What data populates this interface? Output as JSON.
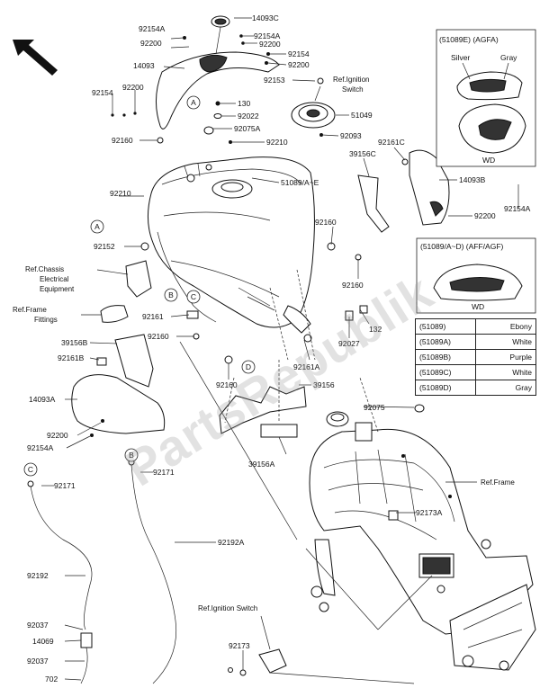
{
  "callouts": [
    {
      "id": "c1",
      "text": "92154A"
    },
    {
      "id": "c2",
      "text": "92200"
    },
    {
      "id": "c3",
      "text": "14093C"
    },
    {
      "id": "c4",
      "text": "92154A"
    },
    {
      "id": "c5",
      "text": "92200"
    },
    {
      "id": "c6",
      "text": "92154"
    },
    {
      "id": "c7",
      "text": "92200"
    },
    {
      "id": "c8",
      "text": "14093"
    },
    {
      "id": "c9",
      "text": "92153"
    },
    {
      "id": "c10",
      "text": "92154"
    },
    {
      "id": "c11",
      "text": "92200"
    },
    {
      "id": "c12",
      "text": "130"
    },
    {
      "id": "c13",
      "text": "92022"
    },
    {
      "id": "c14",
      "text": "51049"
    },
    {
      "id": "c15",
      "text": "92160"
    },
    {
      "id": "c16",
      "text": "92075A"
    },
    {
      "id": "c17",
      "text": "92210"
    },
    {
      "id": "c18",
      "text": "92093"
    },
    {
      "id": "c19",
      "text": "92161C"
    },
    {
      "id": "c20",
      "text": "39156C"
    },
    {
      "id": "c21",
      "text": "51089/A~E"
    },
    {
      "id": "c22",
      "text": "14093B"
    },
    {
      "id": "c23",
      "text": "92210"
    },
    {
      "id": "c24",
      "text": "92200"
    },
    {
      "id": "c25",
      "text": "92154A"
    },
    {
      "id": "c26",
      "text": "92160"
    },
    {
      "id": "c27",
      "text": "92152"
    },
    {
      "id": "c28",
      "text": "92160"
    },
    {
      "id": "c29",
      "text": "92161"
    },
    {
      "id": "c30",
      "text": "92160"
    },
    {
      "id": "c31",
      "text": "132"
    },
    {
      "id": "c32",
      "text": "92027"
    },
    {
      "id": "c33",
      "text": "39156B"
    },
    {
      "id": "c34",
      "text": "92161B"
    },
    {
      "id": "c35",
      "text": "92161A"
    },
    {
      "id": "c36",
      "text": "92160"
    },
    {
      "id": "c37",
      "text": "39156"
    },
    {
      "id": "c38",
      "text": "14093A"
    },
    {
      "id": "c39",
      "text": "92200"
    },
    {
      "id": "c40",
      "text": "92154A"
    },
    {
      "id": "c41",
      "text": "92075"
    },
    {
      "id": "c42",
      "text": "92171"
    },
    {
      "id": "c43",
      "text": "92171"
    },
    {
      "id": "c44",
      "text": "39156A"
    },
    {
      "id": "c45",
      "text": "92173A"
    },
    {
      "id": "c46",
      "text": "92192"
    },
    {
      "id": "c47",
      "text": "92192A"
    },
    {
      "id": "c48",
      "text": "92037"
    },
    {
      "id": "c49",
      "text": "14069"
    },
    {
      "id": "c50",
      "text": "92037"
    },
    {
      "id": "c51",
      "text": "702"
    },
    {
      "id": "c52",
      "text": "92173"
    }
  ],
  "references": {
    "ignition_top_1": "Ref.Ignition",
    "ignition_top_2": "Switch",
    "chassis_1": "Ref.Chassis",
    "chassis_2": "Electrical",
    "chassis_3": "Equipment",
    "frame_fittings_1": "Ref.Frame",
    "frame_fittings_2": "Fittings",
    "frame": "Ref.Frame",
    "ignition_bottom": "Ref.Ignition Switch"
  },
  "circle_markers": {
    "a1": "A",
    "a2": "A",
    "b1": "B",
    "b2": "B",
    "c1": "C",
    "c2": "C",
    "d1": "D"
  },
  "inset_top": {
    "header": "(51089E)  (AGFA)",
    "label_silver": "Silver",
    "label_gray": "Gray",
    "footer": "WD"
  },
  "inset_bottom": {
    "header": "(51089/A~D) (AFF/AGF)",
    "footer": "WD"
  },
  "color_table": [
    {
      "code": "(51089)",
      "color": "Ebony"
    },
    {
      "code": "(51089A)",
      "color": "White"
    },
    {
      "code": "(51089B)",
      "color": "Purple"
    },
    {
      "code": "(51089C)",
      "color": "White"
    },
    {
      "code": "(51089D)",
      "color": "Gray"
    }
  ],
  "watermark": "PartsRepublik"
}
